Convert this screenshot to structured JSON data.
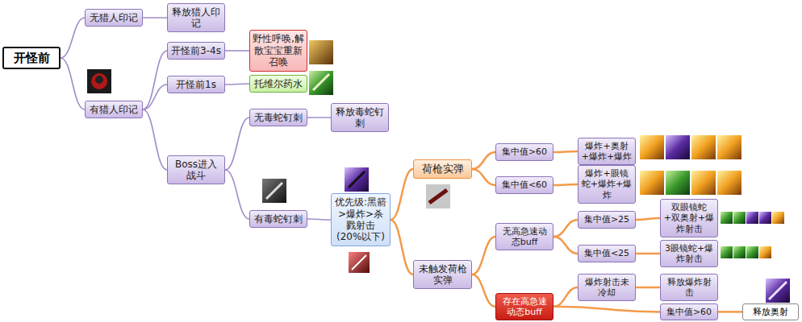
{
  "diagram": {
    "nodes": [
      {
        "text": [
          "开怪前"
        ]
      },
      {
        "text": [
          "无猎人印记"
        ]
      },
      {
        "text": [
          "释放猎人印记"
        ]
      },
      {
        "text": [
          "有猎人印记"
        ]
      },
      {
        "text": [
          "开怪前3-4s"
        ]
      },
      {
        "text": [
          "野性呼唤,解散宝宝重新召唤"
        ]
      },
      {
        "text": [
          "开怪前1s"
        ]
      },
      {
        "text": [
          "托维尔药水"
        ]
      },
      {
        "text": [
          "Boss进入战斗"
        ]
      },
      {
        "text": [
          "无毒蛇钉刺"
        ]
      },
      {
        "text": [
          "释放毒蛇钉刺"
        ]
      },
      {
        "text": [
          "有毒蛇钉刺"
        ]
      },
      {
        "text": [
          "优先级:黑箭>爆炸>杀戮射击",
          "(20%以下)"
        ]
      },
      {
        "text": [
          "荷枪实弹"
        ]
      },
      {
        "text": [
          "集中值>60"
        ]
      },
      {
        "text": [
          "集中值<60"
        ]
      },
      {
        "text": [
          "爆炸+奥射+爆炸+爆炸"
        ]
      },
      {
        "text": [
          "爆炸+眼镜蛇+爆炸+爆炸"
        ]
      },
      {
        "text": [
          "未触发荷枪实弹"
        ]
      },
      {
        "text": [
          "无高急速动态buff"
        ]
      },
      {
        "text": [
          "集中值>25"
        ]
      },
      {
        "text": [
          "集中值<25"
        ]
      },
      {
        "text": [
          "双眼镜蛇+双奥射+爆炸射击"
        ]
      },
      {
        "text": [
          "3眼镜蛇+爆炸射击"
        ]
      },
      {
        "text": [
          "存在高急速动态buff"
        ]
      },
      {
        "text": [
          "爆炸射击未冷却"
        ]
      },
      {
        "text": [
          "释放爆炸射击"
        ]
      },
      {
        "text": [
          "集中值>60"
        ]
      },
      {
        "text": [
          "释放奥射"
        ]
      }
    ],
    "edges": [
      {
        "from": 0,
        "to": 1,
        "arrow": "none"
      },
      {
        "from": 0,
        "to": 3,
        "arrow": "none"
      },
      {
        "from": 1,
        "to": 2,
        "arrow": "none"
      },
      {
        "from": 3,
        "to": 4,
        "arrow": "none"
      },
      {
        "from": 3,
        "to": 6,
        "arrow": "none"
      },
      {
        "from": 3,
        "to": 8,
        "arrow": "none"
      },
      {
        "from": 4,
        "to": 5,
        "arrow": "none"
      },
      {
        "from": 6,
        "to": 7,
        "arrow": "none"
      },
      {
        "from": 8,
        "to": 9,
        "arrow": "none"
      },
      {
        "from": 8,
        "to": 11,
        "arrow": "none"
      },
      {
        "from": 9,
        "to": 10,
        "arrow": "none"
      },
      {
        "from": 11,
        "to": 12,
        "arrow": "none"
      },
      {
        "from": 12,
        "to": 13,
        "arrow": "none"
      },
      {
        "from": 12,
        "to": 18,
        "arrow": "none"
      },
      {
        "from": 13,
        "to": 14,
        "arrow": "none"
      },
      {
        "from": 13,
        "to": 15,
        "arrow": "none"
      },
      {
        "from": 14,
        "to": 16,
        "arrow": "none"
      },
      {
        "from": 15,
        "to": 17,
        "arrow": "none"
      },
      {
        "from": 18,
        "to": 19,
        "arrow": "none"
      },
      {
        "from": 18,
        "to": 24,
        "arrow": "none"
      },
      {
        "from": 19,
        "to": 20,
        "arrow": "none"
      },
      {
        "from": 19,
        "to": 21,
        "arrow": "none"
      },
      {
        "from": 20,
        "to": 22,
        "arrow": "none"
      },
      {
        "from": 21,
        "to": 23,
        "arrow": "none"
      },
      {
        "from": 24,
        "to": 25,
        "arrow": "none"
      },
      {
        "from": 24,
        "to": 27,
        "arrow": "none"
      },
      {
        "from": 25,
        "to": 26,
        "arrow": "none"
      },
      {
        "from": 27,
        "to": 28,
        "arrow": "none"
      }
    ]
  }
}
